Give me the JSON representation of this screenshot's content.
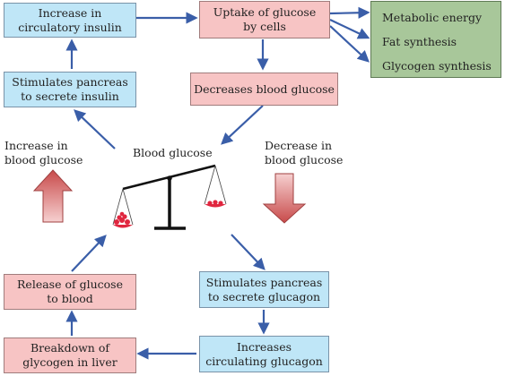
{
  "boxes": {
    "increase_insulin": [
      "Increase in",
      "circulatory insulin"
    ],
    "uptake_glucose": [
      "Uptake of glucose",
      "by cells"
    ],
    "stimulates_insulin": [
      "Stimulates pancreas",
      "to secrete insulin"
    ],
    "decreases_glucose": "Decreases blood glucose",
    "release_glucose": [
      "Release of glucose",
      "to blood"
    ],
    "stimulates_glucagon": [
      "Stimulates pancreas",
      "to secrete glucagon"
    ],
    "breakdown_glycogen": [
      "Breakdown of",
      "glycogen in liver"
    ],
    "increases_glucagon": [
      "Increases",
      "circulating glucagon"
    ]
  },
  "outcomes": [
    "Metabolic energy",
    "Fat synthesis",
    "Glycogen synthesis"
  ],
  "labels": {
    "blood_glucose": "Blood glucose",
    "increase": [
      "Increase in",
      "blood glucose"
    ],
    "decrease": [
      "Decrease in",
      "blood glucose"
    ]
  },
  "colors": {
    "blue_box": "#bfe6f7",
    "pink_box": "#f7c4c4",
    "green_box": "#a8c79a",
    "arrow": "#3a5ea8",
    "block_arrow": "#d96a6a",
    "glucose": "#e0263f"
  }
}
